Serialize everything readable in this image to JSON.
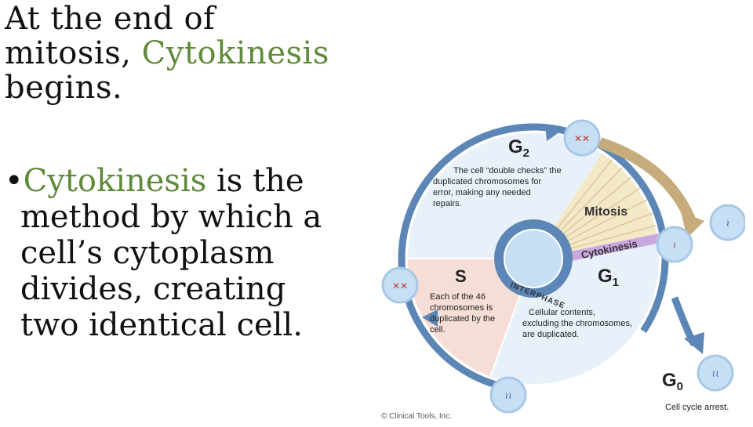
{
  "slide": {
    "title_part1": "At the end of",
    "title_part2": "mitosis,",
    "title_highlight": "Cytokinesis",
    "title_part3": "begins.",
    "bullet_symbol": "•",
    "bullet_highlight": "Cytokinesis",
    "bullet_line1_rest": " is the",
    "bullet_line2": "method by which a",
    "bullet_line3": "cell’s cytoplasm",
    "bullet_line4": "divides, creating",
    "bullet_line5": "two identical cell."
  },
  "diagram": {
    "g2_label": "G",
    "g2_sub": "2",
    "g2_desc": [
      "The cell “double checks” the",
      "duplicated chromosomes for",
      "error, making any needed",
      "repairs."
    ],
    "mitosis_label": "Mitosis",
    "cytokinesis_label": "Cytokinesis",
    "s_label": "S",
    "s_desc": [
      "Each of the 46",
      "chromosomes is",
      "duplicated by the",
      "cell."
    ],
    "interphase_label": "INTERPHASE",
    "g1_label": "G",
    "g1_sub": "1",
    "g1_desc": [
      "Cellular contents,",
      "excluding the chromosomes,",
      "are duplicated."
    ],
    "g0_label": "G",
    "g0_sub": "0",
    "g0_desc": "Cell cycle arrest.",
    "copyright": "© Clinical Tools, Inc."
  },
  "colors": {
    "accent_text": "#5f8a3a",
    "ring": "#5b86b5",
    "g2_fill": "#e8f1fa",
    "s_fill": "#f6ddd6",
    "mitosis_fill": "#f3e9c9",
    "arrow_tan": "#c6ac7a",
    "cytokinesis_band": "#c9a7df",
    "cell_fill": "#c7dff4"
  }
}
